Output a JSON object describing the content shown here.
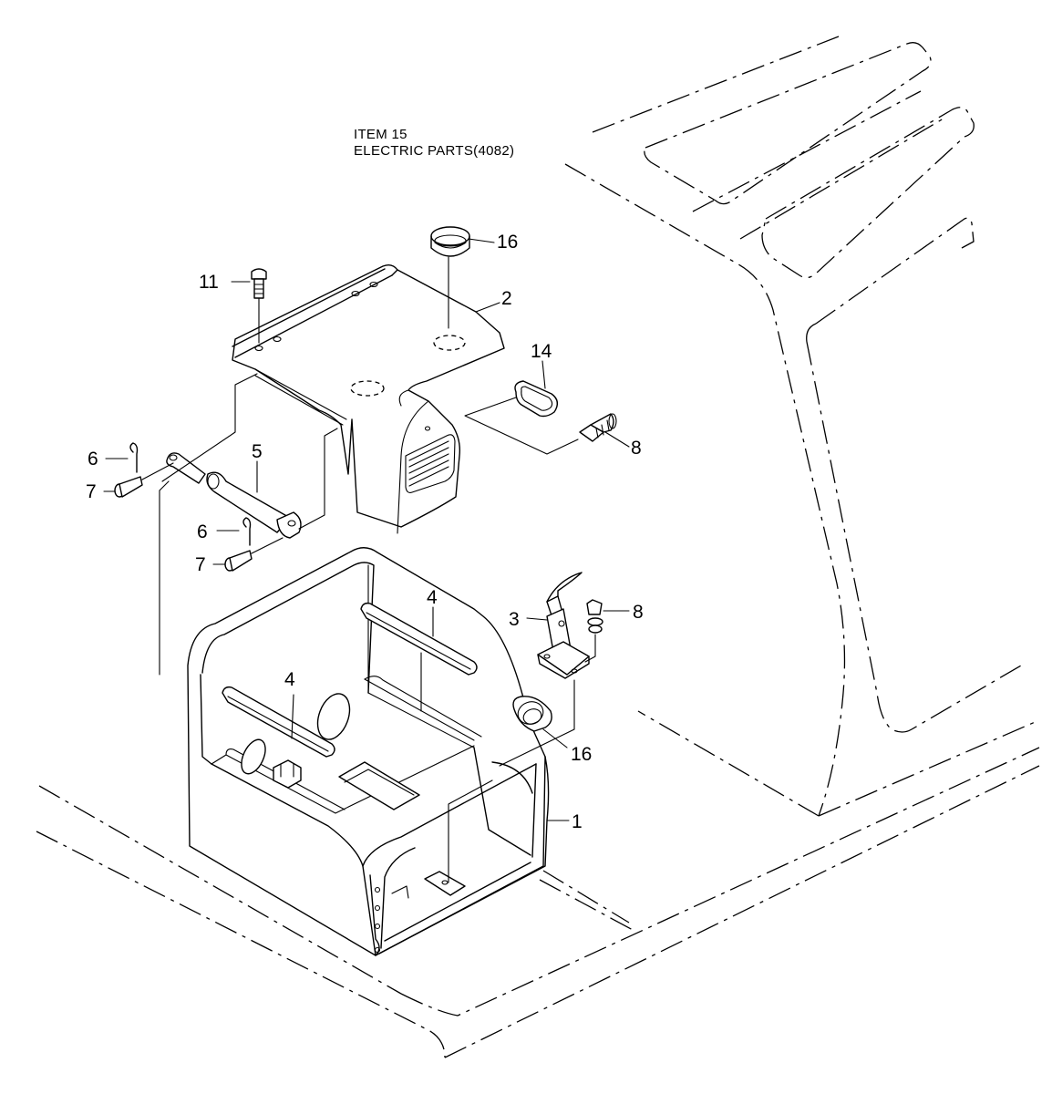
{
  "header": {
    "line1": "ITEM 15",
    "line2": "ELECTRIC PARTS(4082)"
  },
  "callouts": [
    {
      "id": "callout-16-top",
      "label": "16"
    },
    {
      "id": "callout-11",
      "label": "11"
    },
    {
      "id": "callout-2",
      "label": "2"
    },
    {
      "id": "callout-14",
      "label": "14"
    },
    {
      "id": "callout-8-upper",
      "label": "8"
    },
    {
      "id": "callout-6-upper",
      "label": "6"
    },
    {
      "id": "callout-7-upper",
      "label": "7"
    },
    {
      "id": "callout-5",
      "label": "5"
    },
    {
      "id": "callout-6-lower",
      "label": "6"
    },
    {
      "id": "callout-7-lower",
      "label": "7"
    },
    {
      "id": "callout-4-right",
      "label": "4"
    },
    {
      "id": "callout-3",
      "label": "3"
    },
    {
      "id": "callout-8-lower",
      "label": "8"
    },
    {
      "id": "callout-4-left",
      "label": "4"
    },
    {
      "id": "callout-16-bottom",
      "label": "16"
    },
    {
      "id": "callout-1",
      "label": "1"
    }
  ]
}
